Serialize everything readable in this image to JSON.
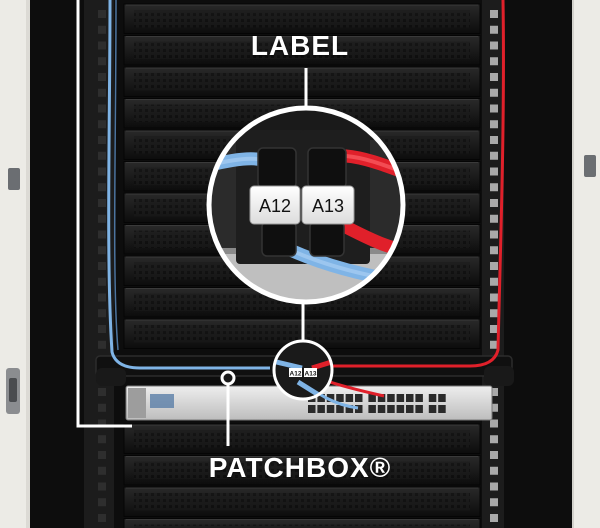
{
  "callouts": {
    "label": "LABEL",
    "patchbox": "PATCHBOX®"
  },
  "zoom_labels": [
    "A12",
    "A13"
  ],
  "device_labels": [
    "A12",
    "A13"
  ],
  "colors": {
    "blue_cable": "#7fb4e6",
    "red_cable": "#e0202a",
    "rack": "#141414",
    "frame": "#e9e8e3"
  }
}
